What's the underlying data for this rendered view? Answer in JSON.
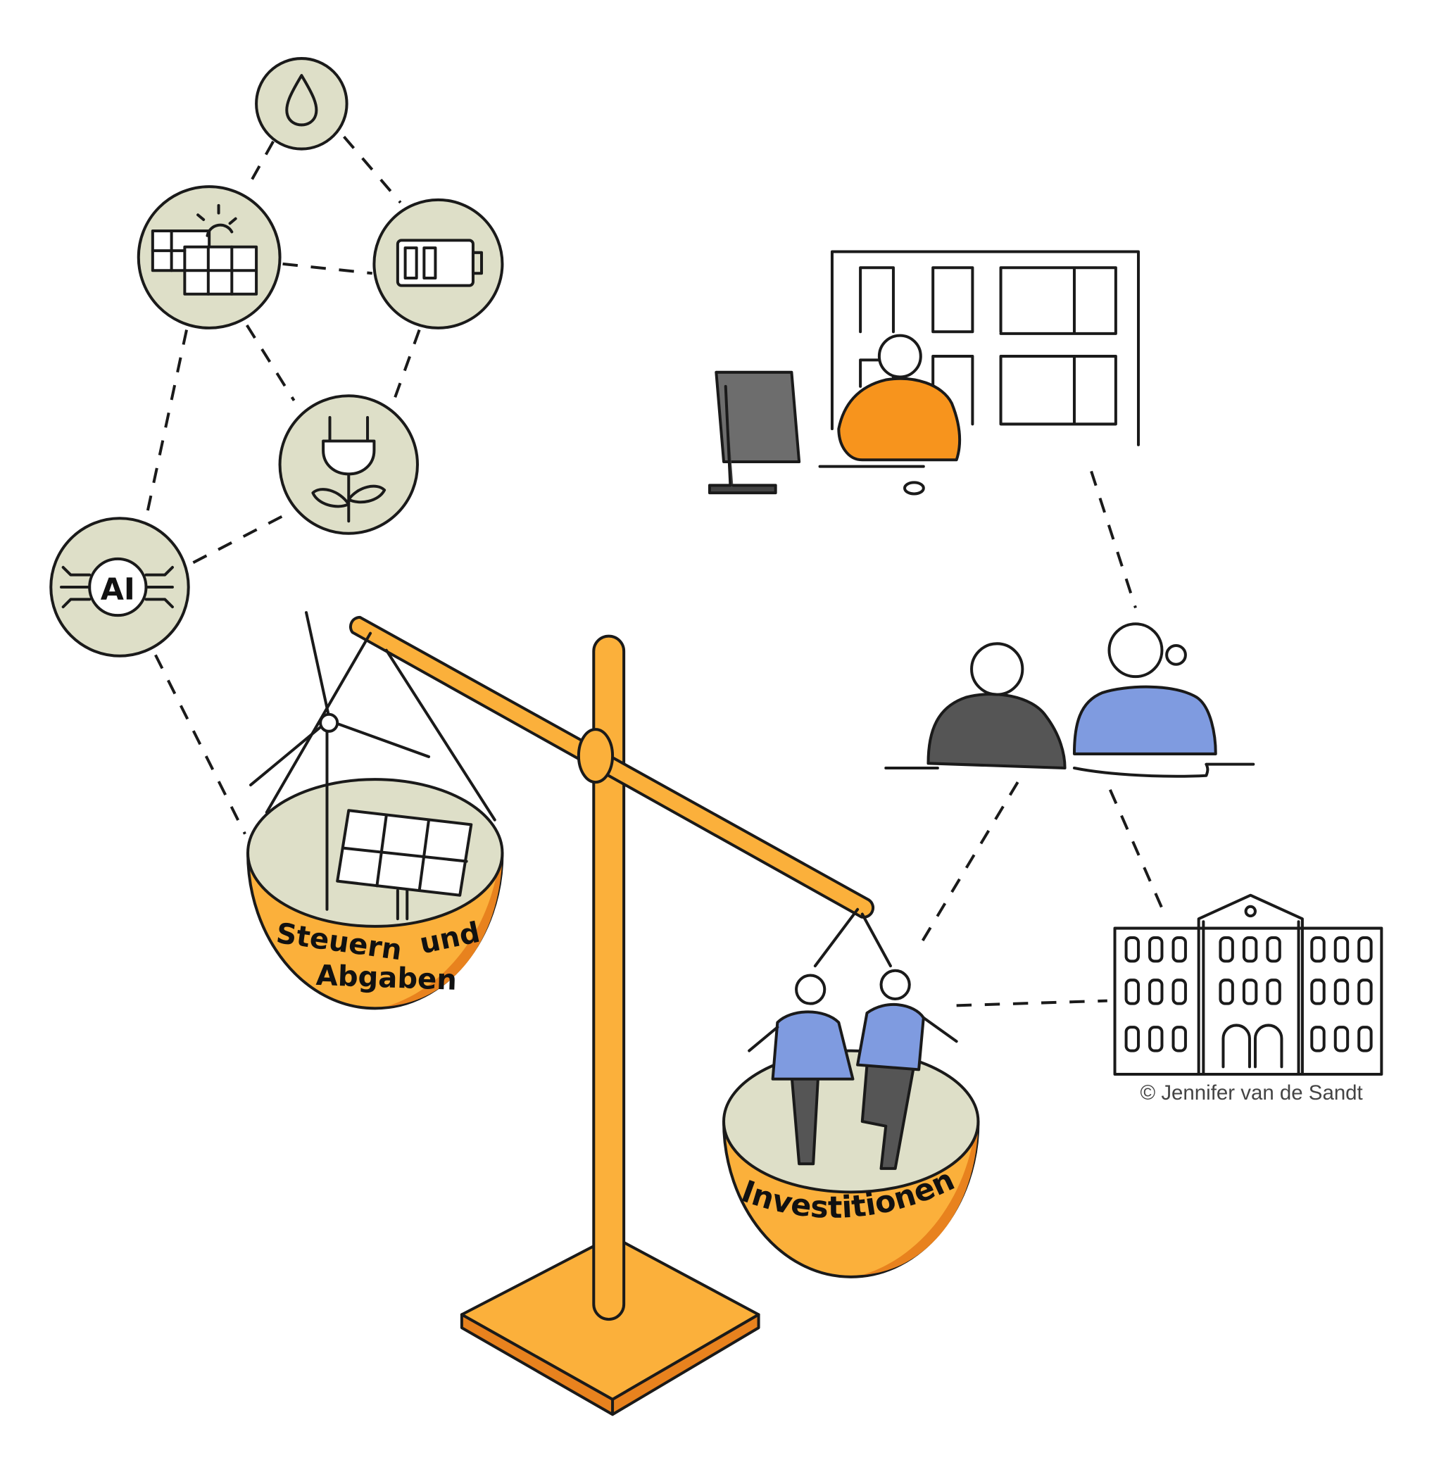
{
  "illustration": {
    "left_pan_label_line1": "Steuern",
    "left_pan_label_line1b": "und",
    "left_pan_label_line2": "Abgaben",
    "right_pan_label": "Investitionen",
    "ai_icon_label": "AI",
    "credit": "© Jennifer van de Sandt"
  },
  "colors": {
    "orange": "#FBB03B",
    "orange_dark": "#E8821E",
    "sage": "#DEDFC8",
    "blue": "#7F9BE0",
    "grey": "#555555"
  },
  "icons": [
    "water-drop-icon",
    "solar-panel-icon",
    "battery-icon",
    "plug-plant-icon",
    "ai-chip-icon"
  ]
}
